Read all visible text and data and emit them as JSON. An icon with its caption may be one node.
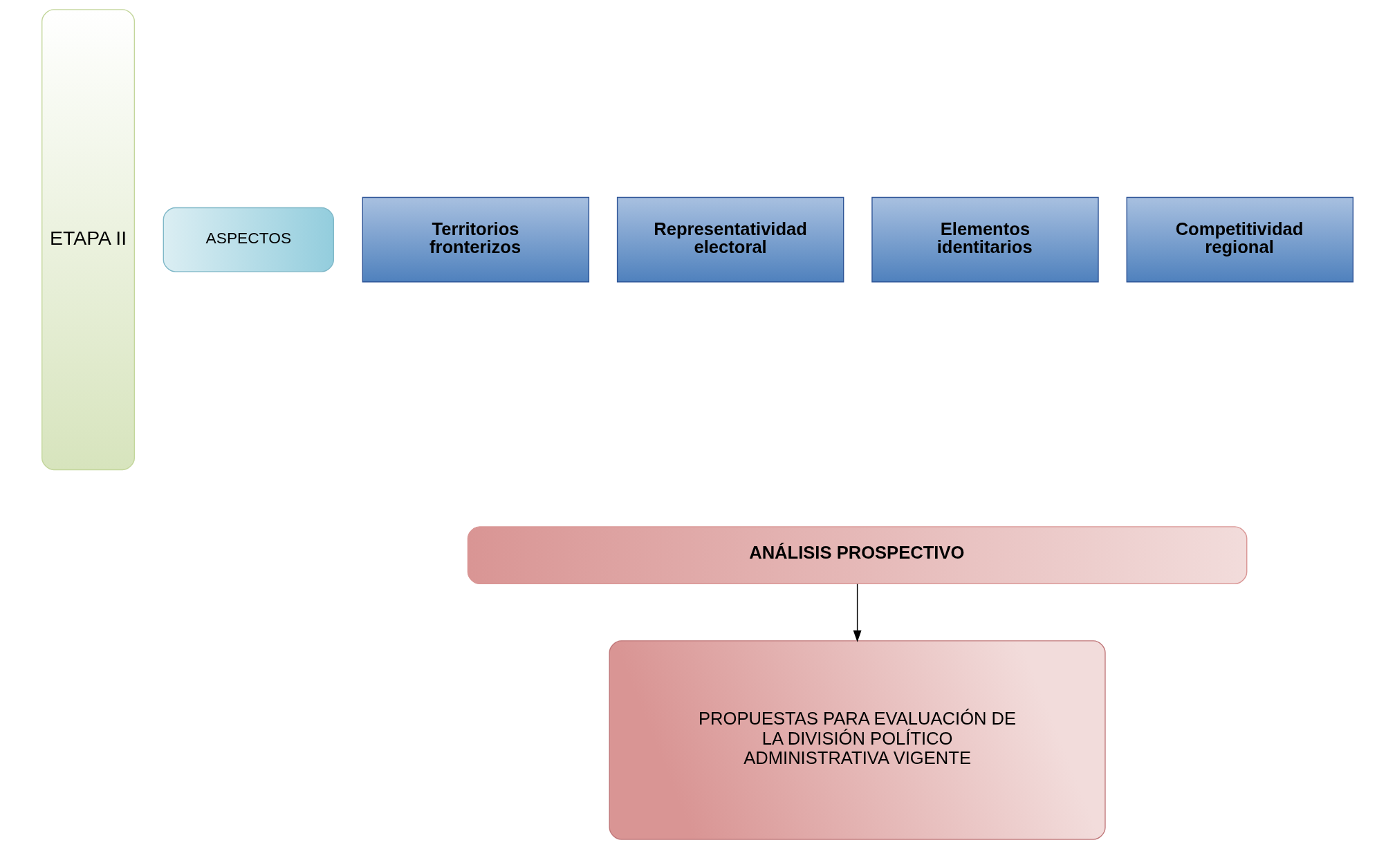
{
  "diagram": {
    "nodes": [
      {
        "text": [
          "ETAPA II"
        ]
      },
      {
        "text": [
          "ASPECTOS"
        ]
      },
      {
        "text": [
          "Territorios fronterizos"
        ]
      },
      {
        "text": [
          "Representatividad electoral"
        ]
      },
      {
        "text": [
          "Elementos identitarios"
        ]
      },
      {
        "text": [
          "Competitividad regional"
        ]
      },
      {
        "text": [
          "ANÁLISIS PROSPECTIVO"
        ]
      },
      {
        "text": [
          "PROPUESTAS PARA EVALUACIÓN DE LA DIVISIÓN POLÍTICO ADMINISTRATIVA VIGENTE"
        ]
      }
    ],
    "edges": [
      {
        "from": 6,
        "to": 7,
        "arrow": "to"
      }
    ]
  }
}
